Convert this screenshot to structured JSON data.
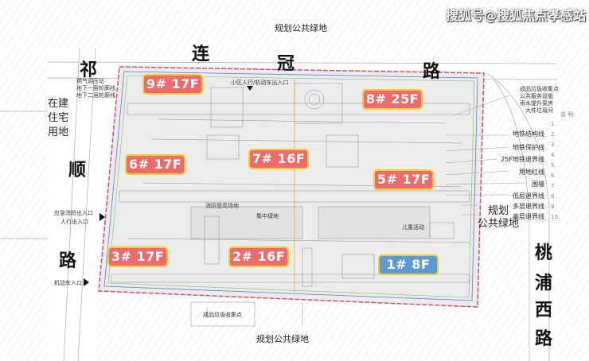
{
  "watermark": "搜狐号@搜狐焦点孝感站",
  "roads": {
    "north": [
      "连",
      "冠",
      "路"
    ],
    "west": [
      "祁",
      "顺",
      "路"
    ],
    "east": [
      "桃",
      "浦",
      "西",
      "路"
    ]
  },
  "green_areas": {
    "top": "规划公共绿地",
    "bottom": "规划公共绿地",
    "right_line1": "规划",
    "right_line2": "公共绿地"
  },
  "west_land": [
    "在建",
    "住宅",
    "用地"
  ],
  "entrances": {
    "north": "小区人行/机动车出入口",
    "west_emergency": "应急消防出入口",
    "west_pedestrian": "人行出入口",
    "west_vehicle": "机动车入口",
    "west_notes": [
      "燃气调压站",
      "地下一层轮廓线",
      "地下二层轮廓线"
    ]
  },
  "buildings": [
    {
      "id": "9#",
      "floors": "17F",
      "color": "#ef6b6b"
    },
    {
      "id": "8#",
      "floors": "25F",
      "color": "#ef6b6b"
    },
    {
      "id": "6#",
      "floors": "17F",
      "color": "#ef6b6b"
    },
    {
      "id": "7#",
      "floors": "16F",
      "color": "#ef6b6b"
    },
    {
      "id": "5#",
      "floors": "17F",
      "color": "#ef6b6b"
    },
    {
      "id": "3#",
      "floors": "17F",
      "color": "#ef6b6b"
    },
    {
      "id": "2#",
      "floors": "16F",
      "color": "#ef6b6b"
    },
    {
      "id": "1#",
      "floors": "8F",
      "color": "#5b9bd5"
    }
  ],
  "legend": {
    "top": [
      "成品垃圾收集点",
      "公共服务设施",
      "雨水提升泵房",
      "大件垃圾间"
    ],
    "lines": [
      "地铁结构线",
      "地铁保护线",
      "25F地铁退界线",
      "用地红线",
      "围墙",
      "低层退界线",
      "多层退界线",
      "高层退界线"
    ],
    "notes_title": "说 明:",
    "notes": [
      "1.",
      "2.",
      "3.",
      "4.",
      "5.",
      "6.",
      "7.",
      "8.",
      "9.",
      "10."
    ]
  },
  "interior": {
    "central_green": "集中绿地",
    "playground": "儿童活动",
    "fire_lane": "消防登高场地",
    "bottom_notes": [
      "成品垃圾收集点"
    ]
  }
}
